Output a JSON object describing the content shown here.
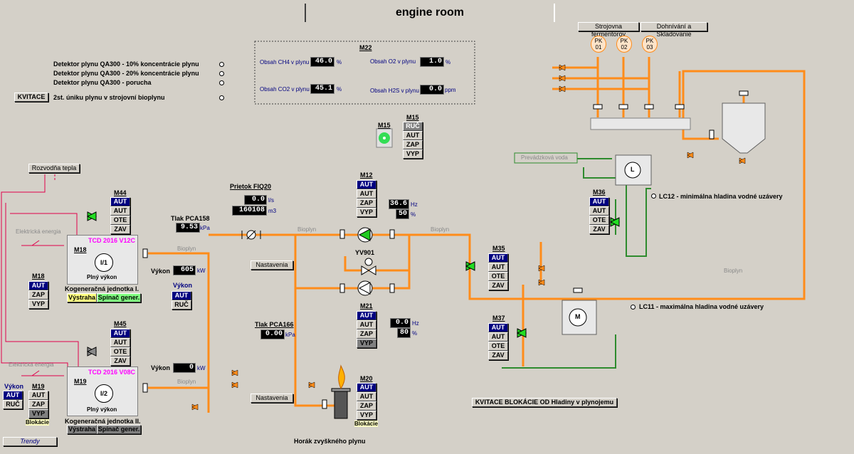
{
  "title": "engine room",
  "header_buttons": {
    "strojovna": "Strojovna fermentorov",
    "dohnivani": "Dohnívání a Skladovanie"
  },
  "pk": [
    "PK\n01",
    "PK\n02",
    "PK\n03"
  ],
  "alarms": {
    "line1": "Detektor plynu QA300 - 10% koncentrácie plynu",
    "line2": "Detektor plynu QA300 - 20% koncentrácie plynu",
    "line3": "Detektor plynu QA300 - porucha",
    "line4": "2st. úniku plynu v strojovní bioplynu",
    "kvitace": "KVITACE"
  },
  "m22": {
    "title": "M22",
    "ch4_label": "Obsah CH4 v plynu",
    "ch4_value": "46.0",
    "ch4_unit": "%",
    "co2_label": "Obsah CO2 v plynu",
    "co2_value": "45.1",
    "co2_unit": "%",
    "o2_label": "Obsah O2 v plynu",
    "o2_value": "1.0",
    "o2_unit": "%",
    "h2s_label": "Obsah H2S v plynu",
    "h2s_value": "0.0",
    "h2s_unit": "ppm"
  },
  "m15": {
    "label1": "M15",
    "label2": "M15",
    "b0": "RUČ",
    "b1": "AUT",
    "b2": "ZAP",
    "b3": "VYP"
  },
  "rozvodna": "Rozvodňa tepla",
  "elektricka1": "Elektrická energia",
  "elektricka2": "Elektrická energia",
  "m44": {
    "label": "M44",
    "b0": "AUT",
    "b1": "AUT",
    "b2": "OTE",
    "b3": "ZAV"
  },
  "m45": {
    "label": "M45",
    "b0": "AUT",
    "b1": "AUT",
    "b2": "OTE",
    "b3": "ZAV"
  },
  "kog1": {
    "model": "TCD 2016 V12C",
    "motor": "M18",
    "gen": "I/1",
    "state": "Plný výkon",
    "name": "Kogeneračná jednotka I.",
    "warn": "Výstraha",
    "switch": "Spínač gener."
  },
  "kog2": {
    "model": "TCD 2016 V08C",
    "motor": "M19",
    "gen": "I/2",
    "state": "Plný výkon",
    "name": "Kogeneračná jednotka II.",
    "warn": "Výstraha",
    "switch": "Spínač gener."
  },
  "m18": {
    "label": "M18",
    "b0": "AUT",
    "b1": "ZAP",
    "b2": "VYP"
  },
  "m19": {
    "label": "M19",
    "b0": "AUT",
    "b1": "ZAP",
    "b2": "VYP",
    "blok": "Blokácie"
  },
  "vykon_left": {
    "label": "Výkon",
    "b0": "AUT",
    "b1": "RUČ"
  },
  "vykon_mid": {
    "label": "Výkon",
    "b0": "AUT",
    "b1": "RUČ"
  },
  "pca158": {
    "label": "Tlak PCA158",
    "value": "9.53",
    "unit": "kPa"
  },
  "pca166": {
    "label": "Tlak PCA166",
    "value": "0.00",
    "unit": "kPa"
  },
  "vykon1": {
    "label": "Výkon",
    "value": "605",
    "unit": "kW"
  },
  "vykon2": {
    "label": "Výkon",
    "value": "0",
    "unit": "kW"
  },
  "fiq20": {
    "label": "Prietok FIQ20",
    "value1": "0.0",
    "unit1": "l/s",
    "value2": "160108",
    "unit2": "m3"
  },
  "bioplyn": "Bioplyn",
  "nastavenia": "Nastavenia",
  "m12": {
    "label": "M12",
    "b0": "AUT",
    "b1": "AUT",
    "b2": "ZAP",
    "b3": "VYP",
    "hz": "36.6",
    "hz_unit": "Hz",
    "pct": "50",
    "pct_unit": "%"
  },
  "m21": {
    "label": "M21",
    "b0": "AUT",
    "b1": "AUT",
    "b2": "ZAP",
    "b3": "VYP",
    "hz": "0.0",
    "hz_unit": "Hz",
    "pct": "80",
    "pct_unit": "%"
  },
  "yv901": "YV901",
  "m20": {
    "label": "M20",
    "b0": "AUT",
    "b1": "AUT",
    "b2": "ZAP",
    "b3": "VYP",
    "blok": "Blokácie"
  },
  "horak": "Horák zvyškného plynu",
  "m35": {
    "label": "M35",
    "b0": "AUT",
    "b1": "AUT",
    "b2": "OTE",
    "b3": "ZAV"
  },
  "m36": {
    "label": "M36",
    "b0": "AUT",
    "b1": "AUT",
    "b2": "OTE",
    "b3": "ZAV"
  },
  "m37": {
    "label": "M37",
    "b0": "AUT",
    "b1": "AUT",
    "b2": "OTE",
    "b3": "ZAV"
  },
  "prevadzkova": "Prevádzková voda",
  "lc12": "LC12 - minimálna hladina vodné uzávery",
  "lc11": "LC11 - maximálna hladina vodné uzávery",
  "kvitace_blok": "KVITACE BLOKÁCIE OD Hladiny v plynojemu",
  "trendy": "Trendy",
  "motor_l": "L",
  "motor_m": "M",
  "colors": {
    "pipe": "#ff8c1a",
    "water": "#2e8b2e",
    "heat": "#e0004a",
    "active": "#000080"
  }
}
